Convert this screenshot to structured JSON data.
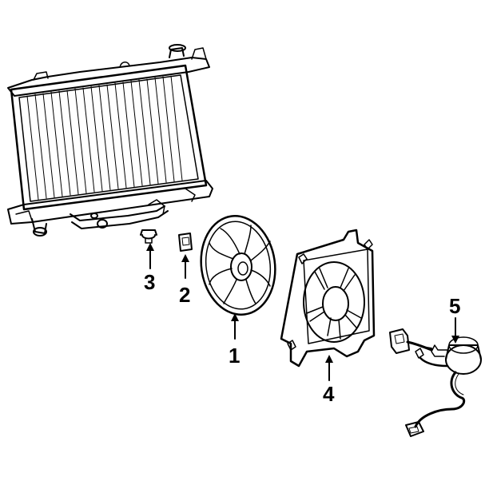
{
  "callouts": {
    "fan_blade": "1",
    "bracket_clip": "2",
    "grommet_bushing": "3",
    "fan_shroud": "4",
    "fan_motor": "5"
  },
  "colors": {
    "line": "#000000",
    "background": "#ffffff"
  }
}
